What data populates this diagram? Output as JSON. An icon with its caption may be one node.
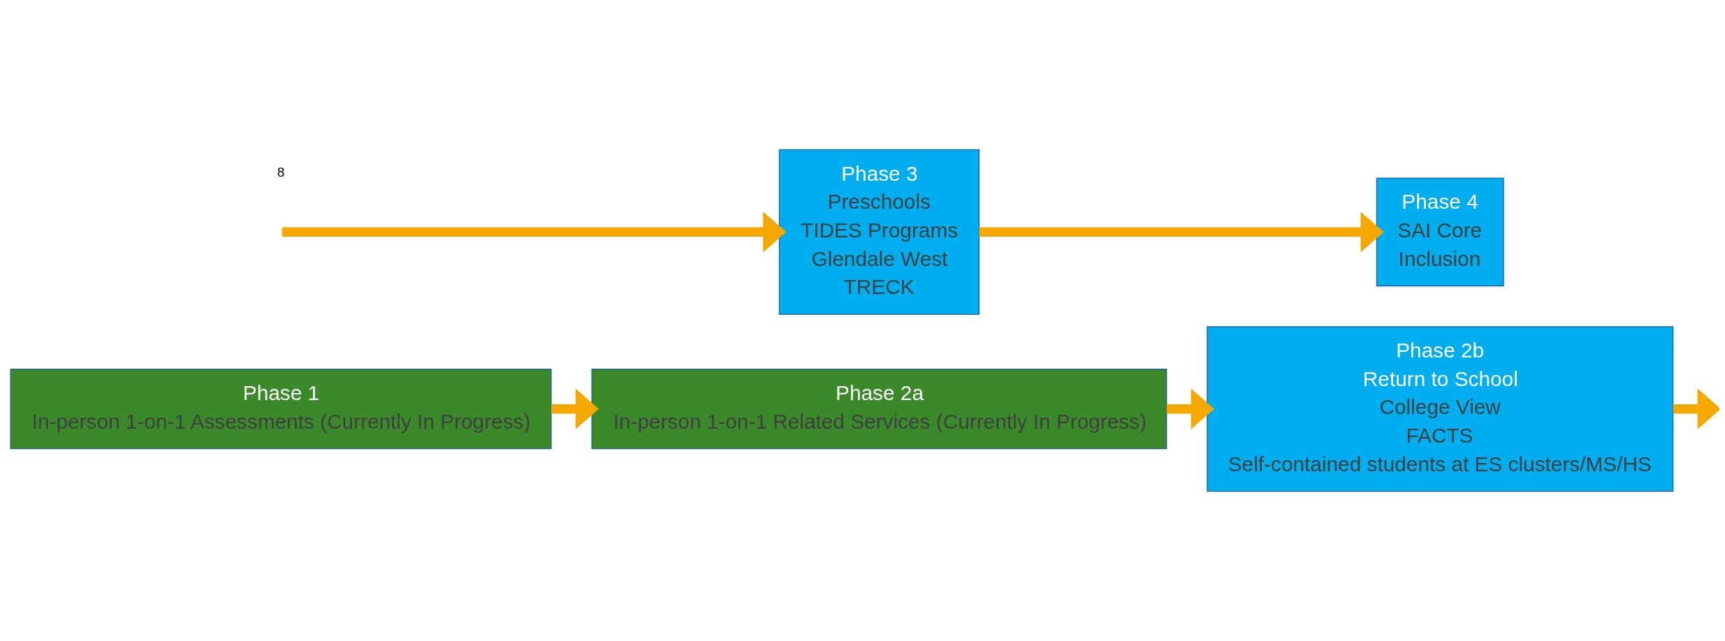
{
  "diagram": {
    "nodes": [
      {
        "text": [
          "Phase 1",
          "In-person 1-on-1 Assessments (Currently In Progress)"
        ]
      },
      {
        "text": [
          "Phase 2a",
          "In-person 1-on-1 Related Services (Currently In Progress)"
        ]
      },
      {
        "text": [
          "Phase 2b",
          "Return to School",
          "College View",
          "FACTS",
          "Self-contained students at ES clusters/MS/HS"
        ]
      },
      {
        "text": [
          "Phase 3",
          "Preschools",
          "TIDES Programs",
          "Glendale West",
          "TRECK"
        ]
      },
      {
        "text": [
          "Phase 4",
          "SAI Core",
          "Inclusion"
        ]
      }
    ],
    "edges": [
      {
        "from": 0,
        "to": 1,
        "arrow": "to"
      },
      {
        "from": 1,
        "to": 2,
        "arrow": "to"
      },
      {
        "from": 2,
        "to": null,
        "arrow": "to"
      },
      {
        "from": null,
        "to": 3,
        "arrow": "to"
      },
      {
        "from": 3,
        "to": 4,
        "arrow": "to"
      }
    ],
    "labels": [
      "8"
    ]
  }
}
